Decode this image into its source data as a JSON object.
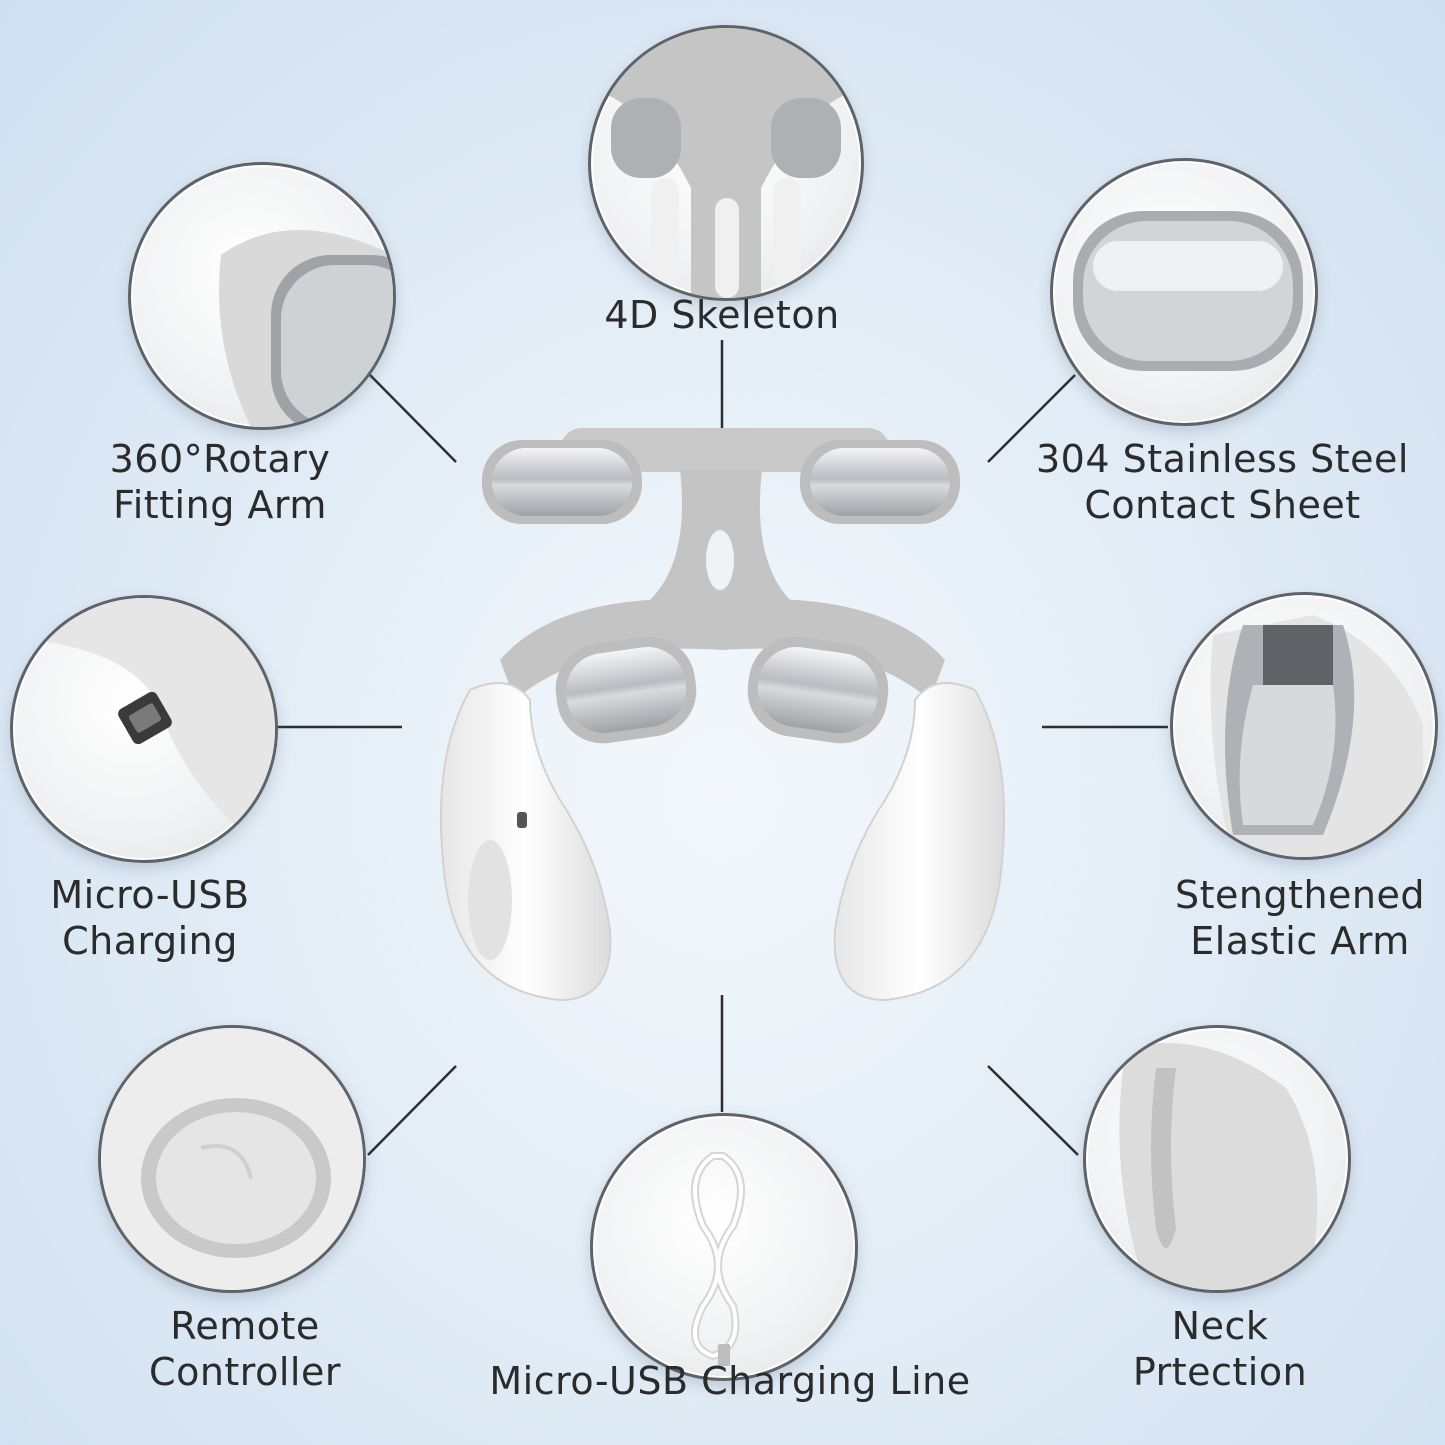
{
  "features": {
    "skeleton": {
      "label": "4D Skeleton",
      "icon": "skeleton-detail-icon"
    },
    "rotary_arm": {
      "line1": "360°Rotary",
      "line2": "Fitting Arm",
      "icon": "rotary-arm-detail-icon"
    },
    "steel_sheet": {
      "line1": "304 Stainless Steel",
      "line2": "Contact Sheet",
      "icon": "steel-pad-detail-icon"
    },
    "micro_usb": {
      "line1": "Micro-USB",
      "line2": "Charging",
      "icon": "usb-port-detail-icon"
    },
    "elastic_arm": {
      "line1": "Stengthened",
      "line2": "Elastic Arm",
      "icon": "elastic-arm-detail-icon"
    },
    "remote": {
      "line1": "Remote",
      "line2": "Controller",
      "icon": "remote-button-detail-icon"
    },
    "charging_line": {
      "label": "Micro-USB Charging Line",
      "icon": "usb-cable-icon"
    },
    "neck_protection": {
      "line1": "Neck",
      "line2": "Prtection",
      "icon": "neck-protection-detail-icon"
    }
  },
  "colors": {
    "text": "#2b2b2b",
    "connector": "#2e2e2e",
    "metal": "#c9ccd0",
    "plastic": "#f5f5f5",
    "frame": "#bdbdbd"
  }
}
